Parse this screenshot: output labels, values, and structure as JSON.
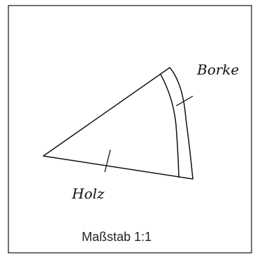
{
  "diagram": {
    "label_bark": "Borke",
    "label_wood": "Holz",
    "scale_text": "Maßstab 1:1"
  },
  "colors": {
    "line": "#111111",
    "border": "#111111",
    "background": "#ffffff"
  }
}
